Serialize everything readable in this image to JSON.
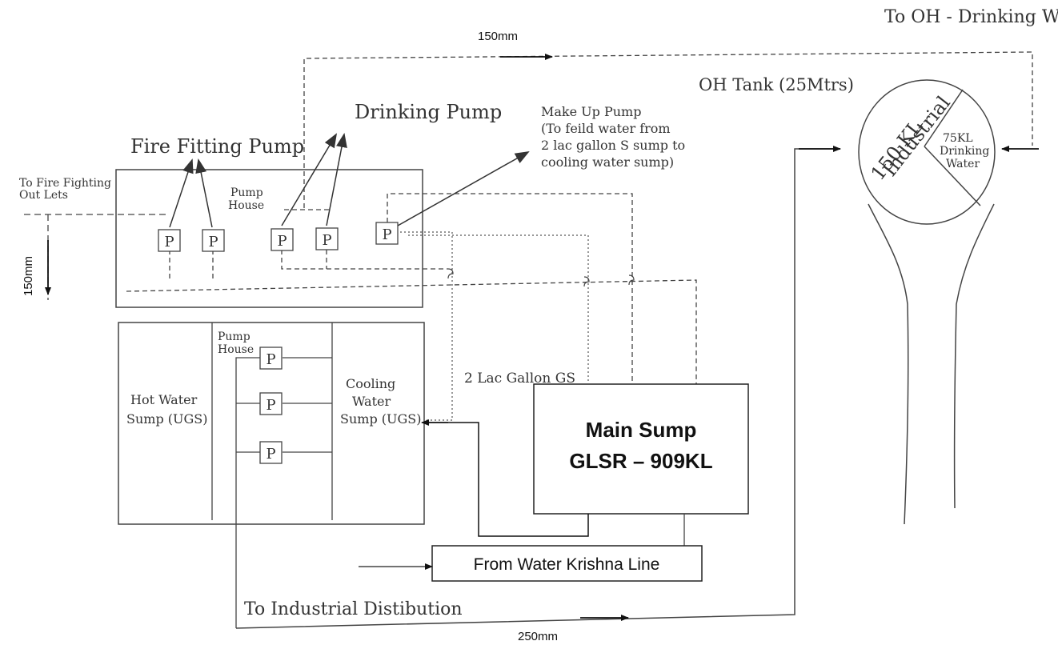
{
  "labels": {
    "to_oh_drinking": "To OH - Drinking Water Compartment",
    "pipe_150_top": "150mm",
    "oh_tank": "OH Tank (25Mtrs)",
    "fire_fitting_pump": "Fire Fitting Pump",
    "drinking_pump": "Drinking Pump",
    "makeup_line1": "Make Up Pump",
    "makeup_line2": "(To feild water from",
    "makeup_line3": "2 lac gallon S sump to",
    "makeup_line4": "cooling water sump)",
    "to_fire_line1": "To Fire Fighting",
    "to_fire_line2": "Out Lets",
    "pump_house_line1": "Pump",
    "pump_house_line2": "House",
    "pipe_150_left": "150mm",
    "tank_industrial_line1": "150 KL",
    "tank_industrial_line2": "Industrial",
    "tank_drinking_line1": "75KL",
    "tank_drinking_line2": "Drinking",
    "tank_drinking_line3": "Water",
    "hot_water_line1": "Hot Water",
    "hot_water_line2": "Sump (UGS)",
    "cooling_line1": "Cooling",
    "cooling_line2": "Water",
    "cooling_line3": "Sump (UGS)",
    "two_lac_gallon": "2 Lac Gallon GS",
    "main_sump_line1": "Main Sump",
    "main_sump_line2": "GLSR – 909KL",
    "krishna_line": "From Water Krishna Line",
    "to_industrial": "To Industrial Distibution",
    "pipe_250": "250mm",
    "pump_symbol": "P"
  }
}
